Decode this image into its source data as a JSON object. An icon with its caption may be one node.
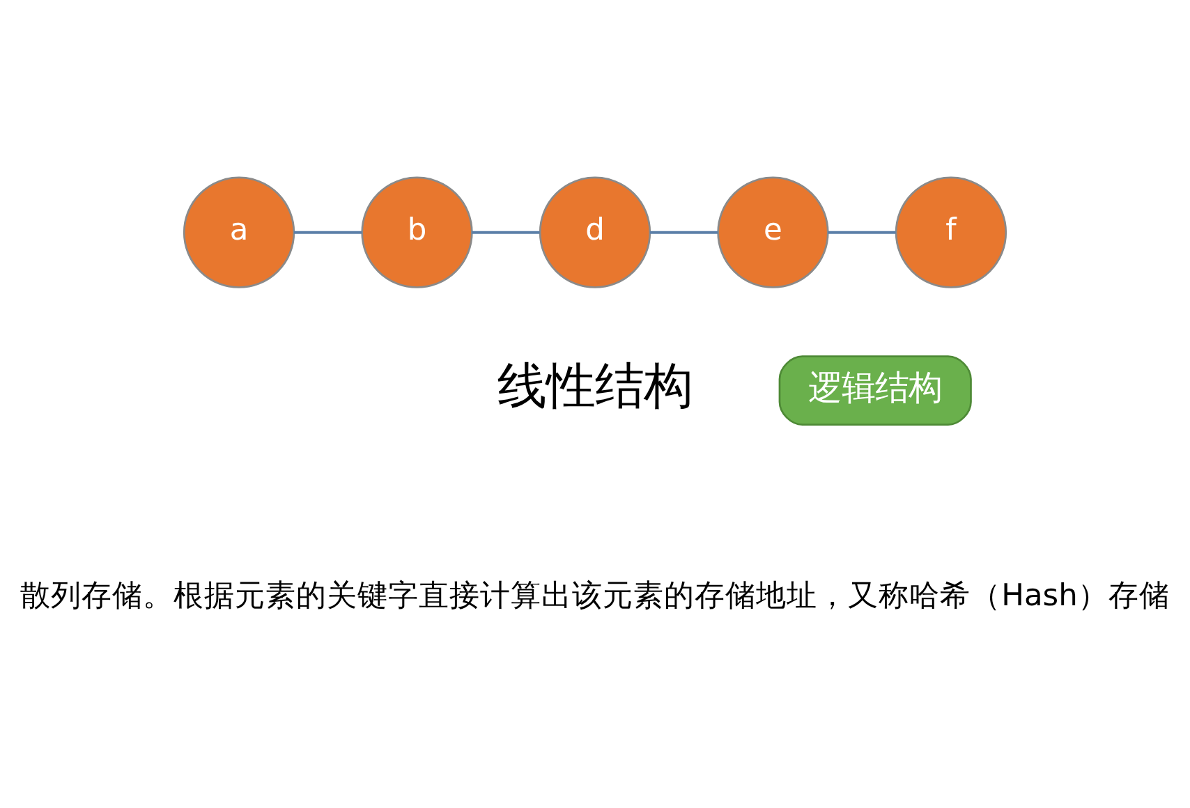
{
  "diagram": {
    "nodes": [
      {
        "text": [
          "a"
        ]
      },
      {
        "text": [
          "b"
        ]
      },
      {
        "text": [
          "d"
        ]
      },
      {
        "text": [
          "e"
        ]
      },
      {
        "text": [
          "f"
        ]
      },
      {
        "text": [
          "逻辑结构"
        ]
      }
    ],
    "edges": [
      {
        "from": 0,
        "to": 1,
        "arrow": "none"
      },
      {
        "from": 1,
        "to": 2,
        "arrow": "none"
      },
      {
        "from": 2,
        "to": 3,
        "arrow": "none"
      },
      {
        "from": 3,
        "to": 4,
        "arrow": "none"
      }
    ],
    "labels": [
      "线性结构",
      "散列存储。根据元素的关键字直接计算出该元素的存储地址，又称哈希（Hash）存储"
    ]
  }
}
